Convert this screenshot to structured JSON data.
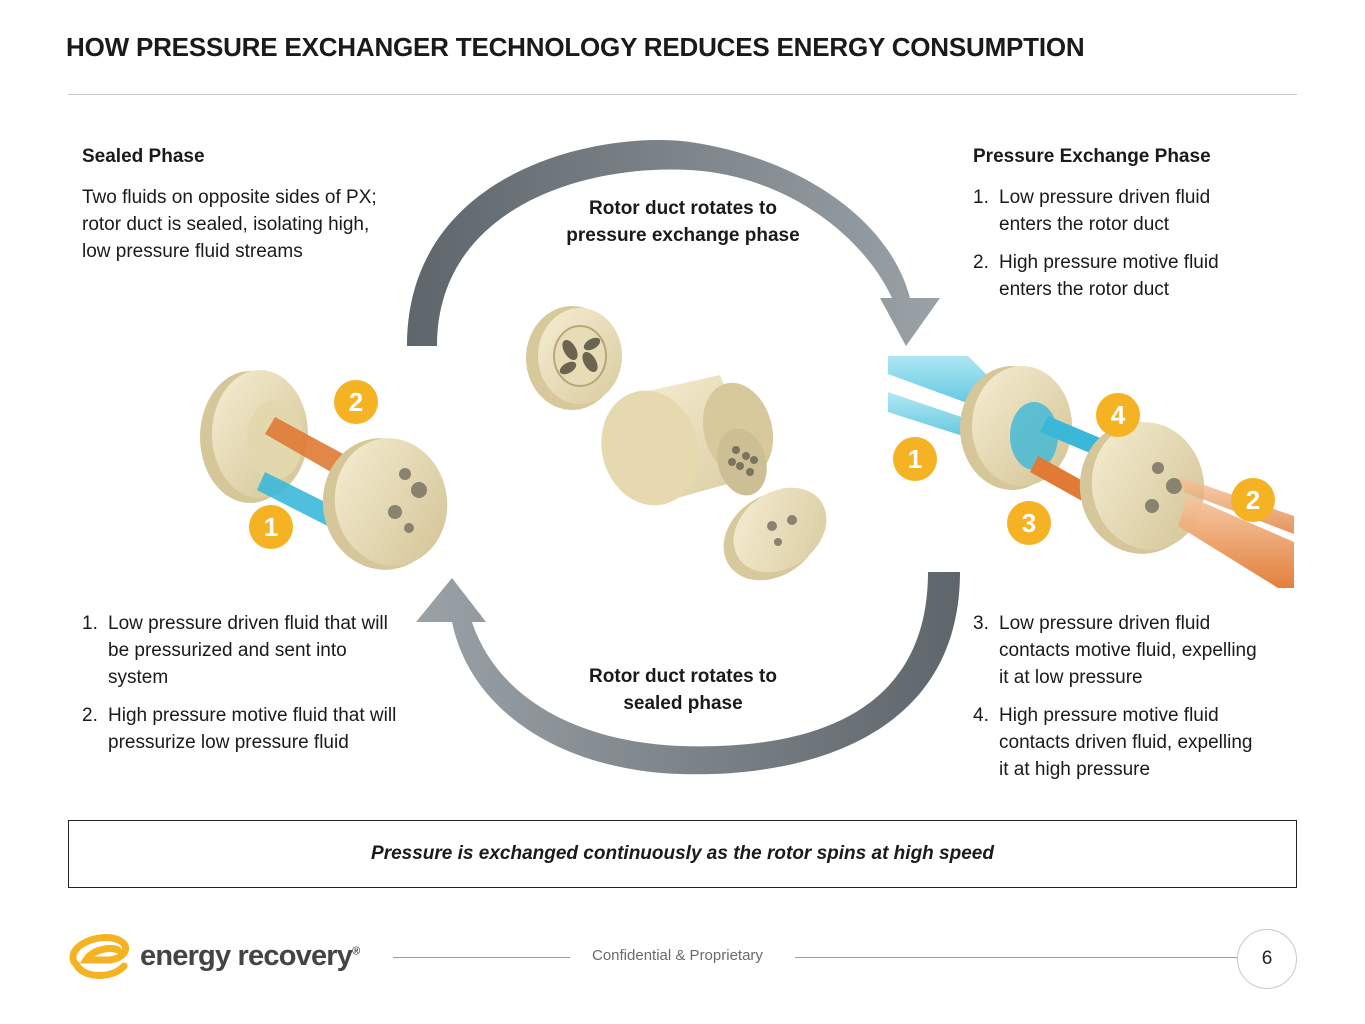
{
  "title": "HOW PRESSURE EXCHANGER TECHNOLOGY REDUCES ENERGY CONSUMPTION",
  "sealed_phase": {
    "heading": "Sealed Phase",
    "description": "Two fluids on opposite sides of PX; rotor duct is sealed, isolating high, low pressure fluid streams",
    "items": [
      {
        "num": "1.",
        "text": "Low pressure driven fluid that will be pressurized and sent into system"
      },
      {
        "num": "2.",
        "text": "High pressure motive fluid that will pressurize low pressure fluid"
      }
    ]
  },
  "exchange_phase": {
    "heading": "Pressure Exchange Phase",
    "items_top": [
      {
        "num": "1.",
        "text": "Low pressure driven fluid enters the rotor duct"
      },
      {
        "num": "2.",
        "text": "High pressure motive fluid enters the rotor duct"
      }
    ],
    "items_bottom": [
      {
        "num": "3.",
        "text": "Low pressure driven fluid contacts motive fluid, expelling it at low pressure"
      },
      {
        "num": "4.",
        "text": "High pressure motive fluid contacts driven fluid, expelling it at high pressure"
      }
    ]
  },
  "center": {
    "top_label": "Rotor duct rotates to pressure exchange phase",
    "bottom_label": "Rotor duct rotates to sealed phase"
  },
  "badges": {
    "left_2": "2",
    "left_1": "1",
    "right_1": "1",
    "right_3": "3",
    "right_4": "4",
    "right_2": "2"
  },
  "callout": "Pressure is exchanged continuously as the rotor spins at high speed",
  "footer": {
    "brand": "energy recovery",
    "registered": "®",
    "confidential": "Confidential & Proprietary",
    "page_number": "6"
  },
  "colors": {
    "accent": "#f5b324",
    "arrow": "#7d868d",
    "cream": "#efe6c6",
    "cyan": "#3bb8d8",
    "orange": "#e07a34"
  }
}
